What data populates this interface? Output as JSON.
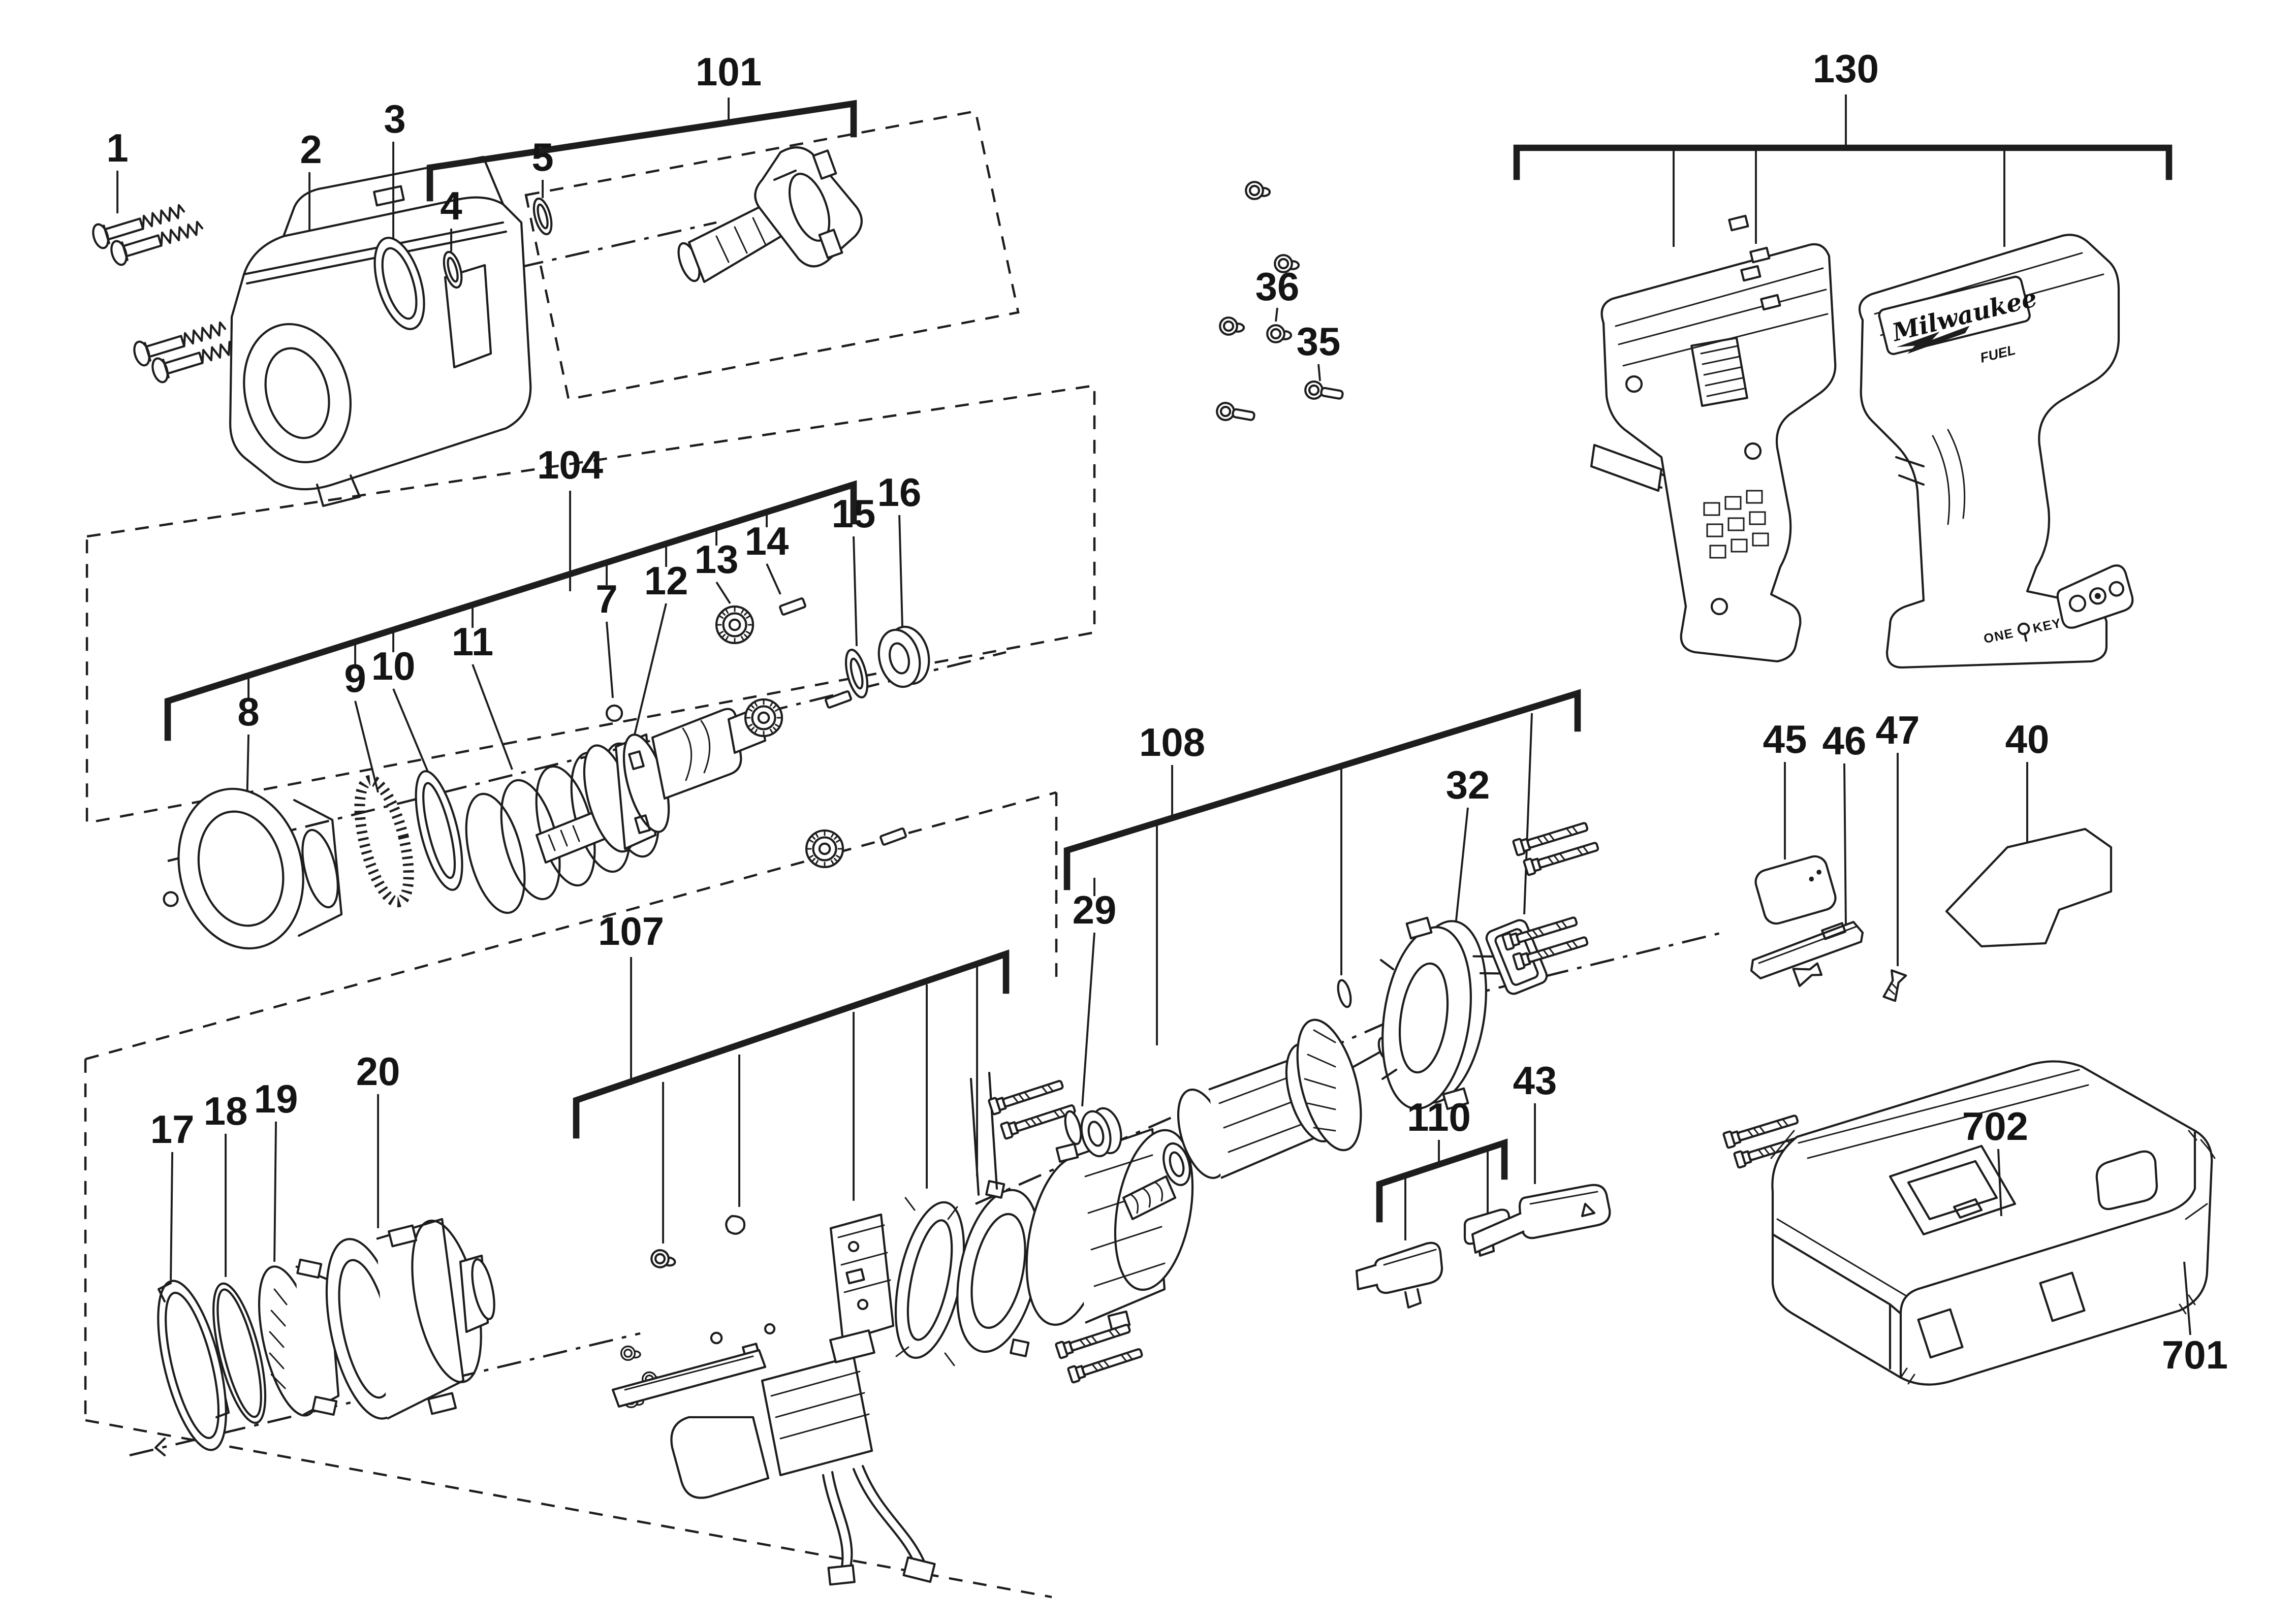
{
  "meta": {
    "background_color": "#ffffff",
    "line_color": "#1d1d1d",
    "diagram_type": "exploded-parts-diagram"
  },
  "callouts": {
    "c1": "1",
    "c2": "2",
    "c3": "3",
    "c4": "4",
    "c5": "5",
    "c7": "7",
    "c8": "8",
    "c9": "9",
    "c10": "10",
    "c11": "11",
    "c12": "12",
    "c13": "13",
    "c14": "14",
    "c15": "15",
    "c16": "16",
    "c17": "17",
    "c18": "18",
    "c19": "19",
    "c20": "20",
    "c29": "29",
    "c32": "32",
    "c35": "35",
    "c36": "36",
    "c40": "40",
    "c43": "43",
    "c45": "45",
    "c46": "46",
    "c47": "47",
    "c101": "101",
    "c104": "104",
    "c107": "107",
    "c108": "108",
    "c110": "110",
    "c130": "130",
    "c701": "701",
    "c702": "702"
  },
  "branding": {
    "logo": "Milwaukee",
    "fuel": "FUEL",
    "one": "ONE",
    "key": "KEY"
  }
}
